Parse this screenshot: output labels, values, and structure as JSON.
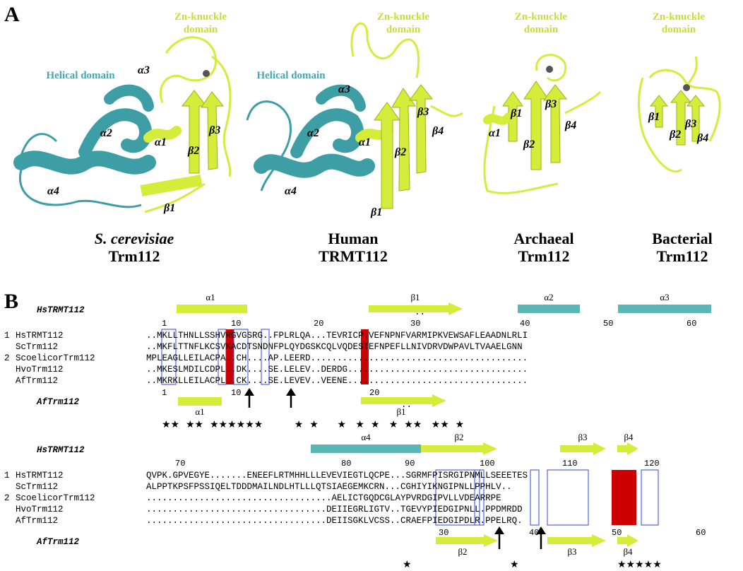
{
  "panel_a": {
    "letter": "A",
    "structures": [
      {
        "organism": "S. cerevisiae",
        "protein": "Trm112",
        "italic_organism": true,
        "zn_label_line1": "Zn-knuckle",
        "zn_label_line2": "domain",
        "helical_label": "Helical domain",
        "labels": [
          "α3",
          "α2",
          "α1",
          "β3",
          "β2",
          "α4",
          "β1"
        ]
      },
      {
        "organism": "Human",
        "protein": "TRMT112",
        "italic_organism": false,
        "zn_label_line1": "Zn-knuckle",
        "zn_label_line2": "domain",
        "helical_label": "Helical domain",
        "labels": [
          "α3",
          "α2",
          "α1",
          "β3",
          "β4",
          "β2",
          "α4",
          "β1"
        ]
      },
      {
        "organism": "Archaeal",
        "protein": "Trm112",
        "italic_organism": false,
        "zn_label_line1": "Zn-knuckle",
        "zn_label_line2": "domain",
        "labels": [
          "β1",
          "β3",
          "α1",
          "β4",
          "β2"
        ]
      },
      {
        "organism": "Bacterial",
        "protein": "Trm112",
        "italic_organism": false,
        "zn_label_line1": "Zn-knuckle",
        "zn_label_line2": "domain",
        "labels": [
          "β1",
          "β2",
          "β3",
          "β4"
        ]
      }
    ],
    "colors": {
      "zn_domain": "#d6ec3a",
      "helical": "#3d9ea6",
      "zn_label": "#c9df2f",
      "helical_label": "#45a8ad"
    }
  },
  "panel_b": {
    "letter": "B",
    "block1": {
      "top_struct_name": "HsTRMT112",
      "bottom_struct_name": "AfTrm112",
      "top_ss": [
        {
          "name": "α1",
          "kind": "helix"
        },
        {
          "name": "β1",
          "kind": "strand"
        },
        {
          "name": "α2",
          "kind": "helix"
        },
        {
          "name": "α3",
          "kind": "helix"
        }
      ],
      "bottom_ss": [
        {
          "name": "α1",
          "kind": "helix"
        },
        {
          "name": "β1",
          "kind": "strand"
        }
      ],
      "top_ruler": [
        "1",
        "10",
        "20",
        "30",
        "40",
        "50",
        "60"
      ],
      "bottom_ruler": [
        "1",
        "10",
        "20"
      ],
      "dots_top": "..",
      "dots_bottom": "..",
      "sequences": [
        {
          "group": "1",
          "name": "HsTRMT112",
          "seq": "..MKLLTHNLLSSHVRGVGSRG..FPLRLQA...TEVRICP.VEFNPNFVARMIPKVEWSAFLEAADNLRLI"
        },
        {
          "group": "",
          "name": "ScTrm112",
          "seq": "..MKFLTTNFLKCSVKACDTSNDNFPLQYDGSKCQLVQDESIEFNPEFLLNIVDRVDWPAVLTVAAELGNN"
        },
        {
          "group": "2",
          "name": "ScoelicorTrm112",
          "seq": "MPLEAGLLEILACPA..CH....AP.LEERD........................................."
        },
        {
          "group": "",
          "name": "HvoTrm112",
          "seq": "..MKESLMDILCDPL..DK....SE.LELEV..DERDG.................................."
        },
        {
          "group": "",
          "name": "AfTrm112",
          "seq": "..MKRKLLEILACPL..CK....SE.LEVEV..VEENE.................................."
        }
      ],
      "stars": "★★  ★★  ★★★★★★          ★  ★      ★   ★  ★   ★  ★★   ★★  ★"
    },
    "block2": {
      "top_struct_name": "HsTRMT112",
      "bottom_struct_name": "AfTrm112",
      "top_ss": [
        {
          "name": "α4",
          "kind": "helix"
        },
        {
          "name": "β2",
          "kind": "strand"
        },
        {
          "name": "β3",
          "kind": "strand"
        },
        {
          "name": "β4",
          "kind": "strand"
        }
      ],
      "bottom_ss": [
        {
          "name": "β2",
          "kind": "strand"
        },
        {
          "name": "β3",
          "kind": "strand"
        },
        {
          "name": "β4",
          "kind": "strand"
        }
      ],
      "top_ruler": [
        "70",
        "80",
        "90",
        "100",
        "110",
        "120"
      ],
      "bottom_ruler": [
        "30",
        "40",
        "50",
        "60"
      ],
      "sequences": [
        {
          "group": "1",
          "name": "HsTRMT112",
          "seq": "QVPK.GPVEGYE.......ENEEFLRTMHHLLLEVEVIEGTLQCPE...SGRMFPISRGIPNMLLSEEETES"
        },
        {
          "group": "",
          "name": "ScTrm112",
          "seq": "ALPPTKPSFPSSIQELTDDDMAILNDLHTLLLQTSIAEGEMKCRN...CGHIYIKNGIPNLLPPHLV.."
        },
        {
          "group": "2",
          "name": "ScoelicorTrm112",
          "seq": "...................................AELICTGQDCGLAYPVRDGIPVLLVDEARRPE"
        },
        {
          "group": "",
          "name": "HvoTrm112",
          "seq": "..................................DEIIEGRLIGTV..TGEVYPIEDGIPNLL.PPDMRDD"
        },
        {
          "group": "",
          "name": "AfTrm112",
          "seq": "..................................DEIISGKLVCSS..CRAEFPIEDGIPDLR.PPELRQ."
        }
      ],
      "stars": "★  ★  ★★★★★"
    }
  }
}
